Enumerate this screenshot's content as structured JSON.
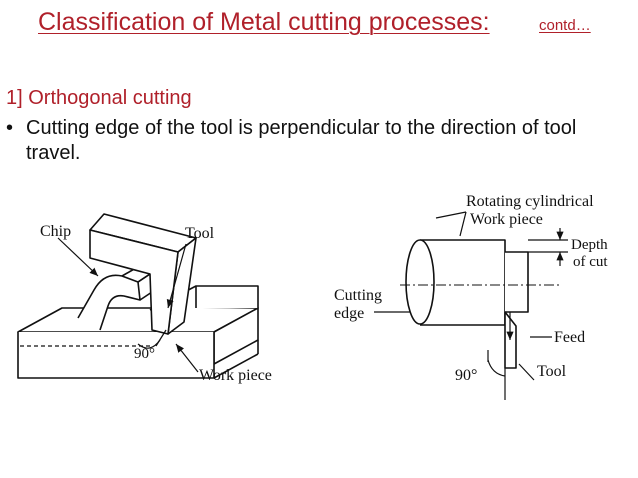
{
  "slide": {
    "title": "Classification of Metal cutting processes:",
    "contd": "contd…",
    "heading": "1] Orthogonal cutting",
    "bullet_marker": "•",
    "bullet_text": "Cutting edge of the tool is perpendicular to the direction of tool travel."
  },
  "figure_left": {
    "chip": "Chip",
    "tool": "Tool",
    "angle": "90°",
    "work_piece": "Work piece"
  },
  "figure_right": {
    "rotating_line1": "Rotating cylindrical",
    "rotating_line2": "Work piece",
    "depth_line1": "Depth",
    "depth_line2": "of cut",
    "cutting_line1": "Cutting",
    "cutting_line2": "edge",
    "feed": "Feed",
    "angle": "90°",
    "tool": "Tool"
  },
  "colors": {
    "accent": "#b0202a",
    "text": "#111111"
  }
}
